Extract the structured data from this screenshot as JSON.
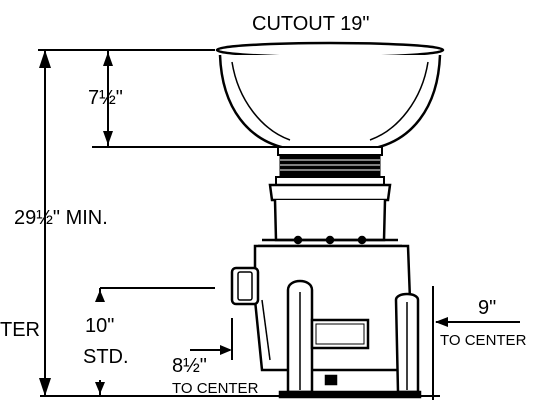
{
  "labels": {
    "cutout": "CUTOUT 19\"",
    "bowl_depth": "7½\"",
    "overall_height": "29½\" MIN.",
    "outlet_height": "10\"",
    "outlet_height_note": "STD.",
    "left_cut": "TER",
    "outlet_offset": "8½\"",
    "outlet_offset_note": "TO CENTER",
    "right_offset": "9\"",
    "right_offset_note": "TO CENTER"
  }
}
